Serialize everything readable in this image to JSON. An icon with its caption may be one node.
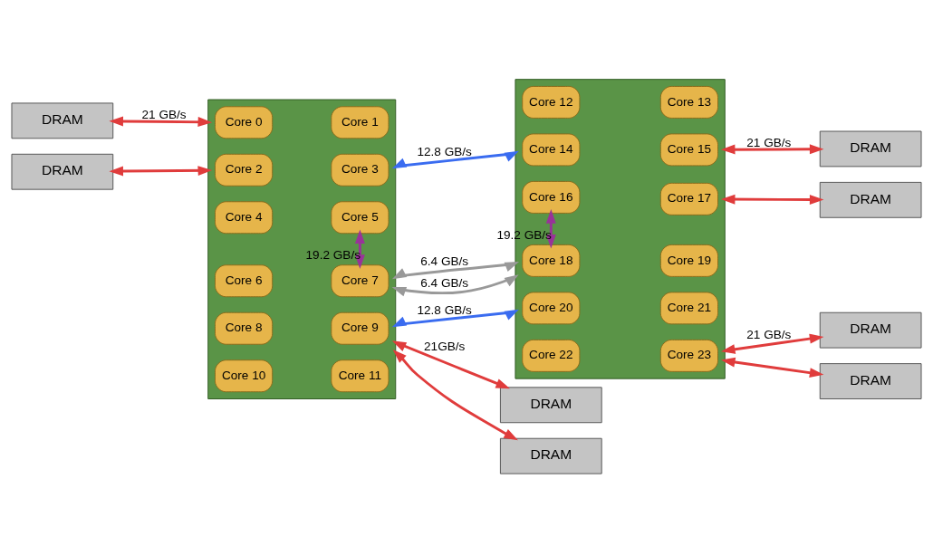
{
  "diagram": {
    "nodes": [
      {
        "text": [
          "DRAM"
        ]
      },
      {
        "text": [
          "DRAM"
        ]
      },
      {
        "text": [],
        "shape": "box"
      },
      {
        "text": [
          "Core 0"
        ],
        "in": 2
      },
      {
        "text": [
          "Core 1"
        ],
        "in": 2
      },
      {
        "text": [
          "Core 2"
        ],
        "in": 2
      },
      {
        "text": [
          "Core 3"
        ],
        "in": 2
      },
      {
        "text": [
          "Core 4"
        ],
        "in": 2
      },
      {
        "text": [
          "Core 5"
        ],
        "in": 2
      },
      {
        "text": [
          "Core 6"
        ],
        "in": 2
      },
      {
        "text": [
          "Core 7"
        ],
        "in": 2
      },
      {
        "text": [
          "Core 8"
        ],
        "in": 2
      },
      {
        "text": [
          "Core 9"
        ],
        "in": 2
      },
      {
        "text": [
          "Core 10"
        ],
        "in": 2
      },
      {
        "text": [
          "Core 11"
        ],
        "in": 2
      },
      {
        "text": [],
        "shape": "box"
      },
      {
        "text": [
          "Core 12"
        ],
        "in": 15
      },
      {
        "text": [
          "Core 13"
        ],
        "in": 15
      },
      {
        "text": [
          "Core 14"
        ],
        "in": 15
      },
      {
        "text": [
          "Core 15"
        ],
        "in": 15
      },
      {
        "text": [
          "Core 16"
        ],
        "in": 15
      },
      {
        "text": [
          "Core 17"
        ],
        "in": 15
      },
      {
        "text": [
          "Core 18"
        ],
        "in": 15
      },
      {
        "text": [
          "Core 19"
        ],
        "in": 15
      },
      {
        "text": [
          "Core 20"
        ],
        "in": 15
      },
      {
        "text": [
          "Core 21"
        ],
        "in": 15
      },
      {
        "text": [
          "Core 22"
        ],
        "in": 15
      },
      {
        "text": [
          "Core 23"
        ],
        "in": 15
      },
      {
        "text": [
          "DRAM"
        ]
      },
      {
        "text": [
          "DRAM"
        ]
      },
      {
        "text": [
          "DRAM"
        ]
      },
      {
        "text": [
          "DRAM"
        ]
      },
      {
        "text": [
          "DRAM"
        ]
      },
      {
        "text": [
          "DRAM"
        ]
      }
    ],
    "edges": [
      {
        "from": 0,
        "to": 2,
        "arrow": "both",
        "label": "21 GB/s",
        "color": "#e03c3c"
      },
      {
        "from": 1,
        "to": 2,
        "arrow": "both",
        "color": "#e03c3c"
      },
      {
        "from": 2,
        "to": 15,
        "arrow": "both",
        "label": "12.8 GB/s",
        "color": "#3a6cf0"
      },
      {
        "from": 15,
        "to": 28,
        "arrow": "both",
        "label": "21 GB/s",
        "color": "#e03c3c"
      },
      {
        "from": 15,
        "to": 29,
        "arrow": "both",
        "color": "#e03c3c"
      },
      {
        "from": 8,
        "to": 10,
        "arrow": "both",
        "label": "19.2 GB/s",
        "color": "#993399"
      },
      {
        "from": 20,
        "to": 22,
        "arrow": "both",
        "label": "19.2 GB/s",
        "color": "#993399"
      },
      {
        "from": 2,
        "to": 15,
        "arrow": "both",
        "label": "6.4 GB/s",
        "color": "#999999"
      },
      {
        "from": 15,
        "to": 2,
        "arrow": "both",
        "label": "6.4 GB/s",
        "color": "#999999"
      },
      {
        "from": 30,
        "to": 2,
        "arrow": "both",
        "label": "21GB/s",
        "color": "#e03c3c"
      },
      {
        "from": 31,
        "to": 2,
        "arrow": "both",
        "color": "#e03c3c"
      },
      {
        "from": 2,
        "to": 15,
        "arrow": "both",
        "label": "12.8 GB/s",
        "color": "#3a6cf0"
      },
      {
        "from": 15,
        "to": 32,
        "arrow": "both",
        "label": "21 GB/s",
        "color": "#e03c3c"
      },
      {
        "from": 15,
        "to": 33,
        "arrow": "both",
        "color": "#e03c3c"
      }
    ]
  }
}
